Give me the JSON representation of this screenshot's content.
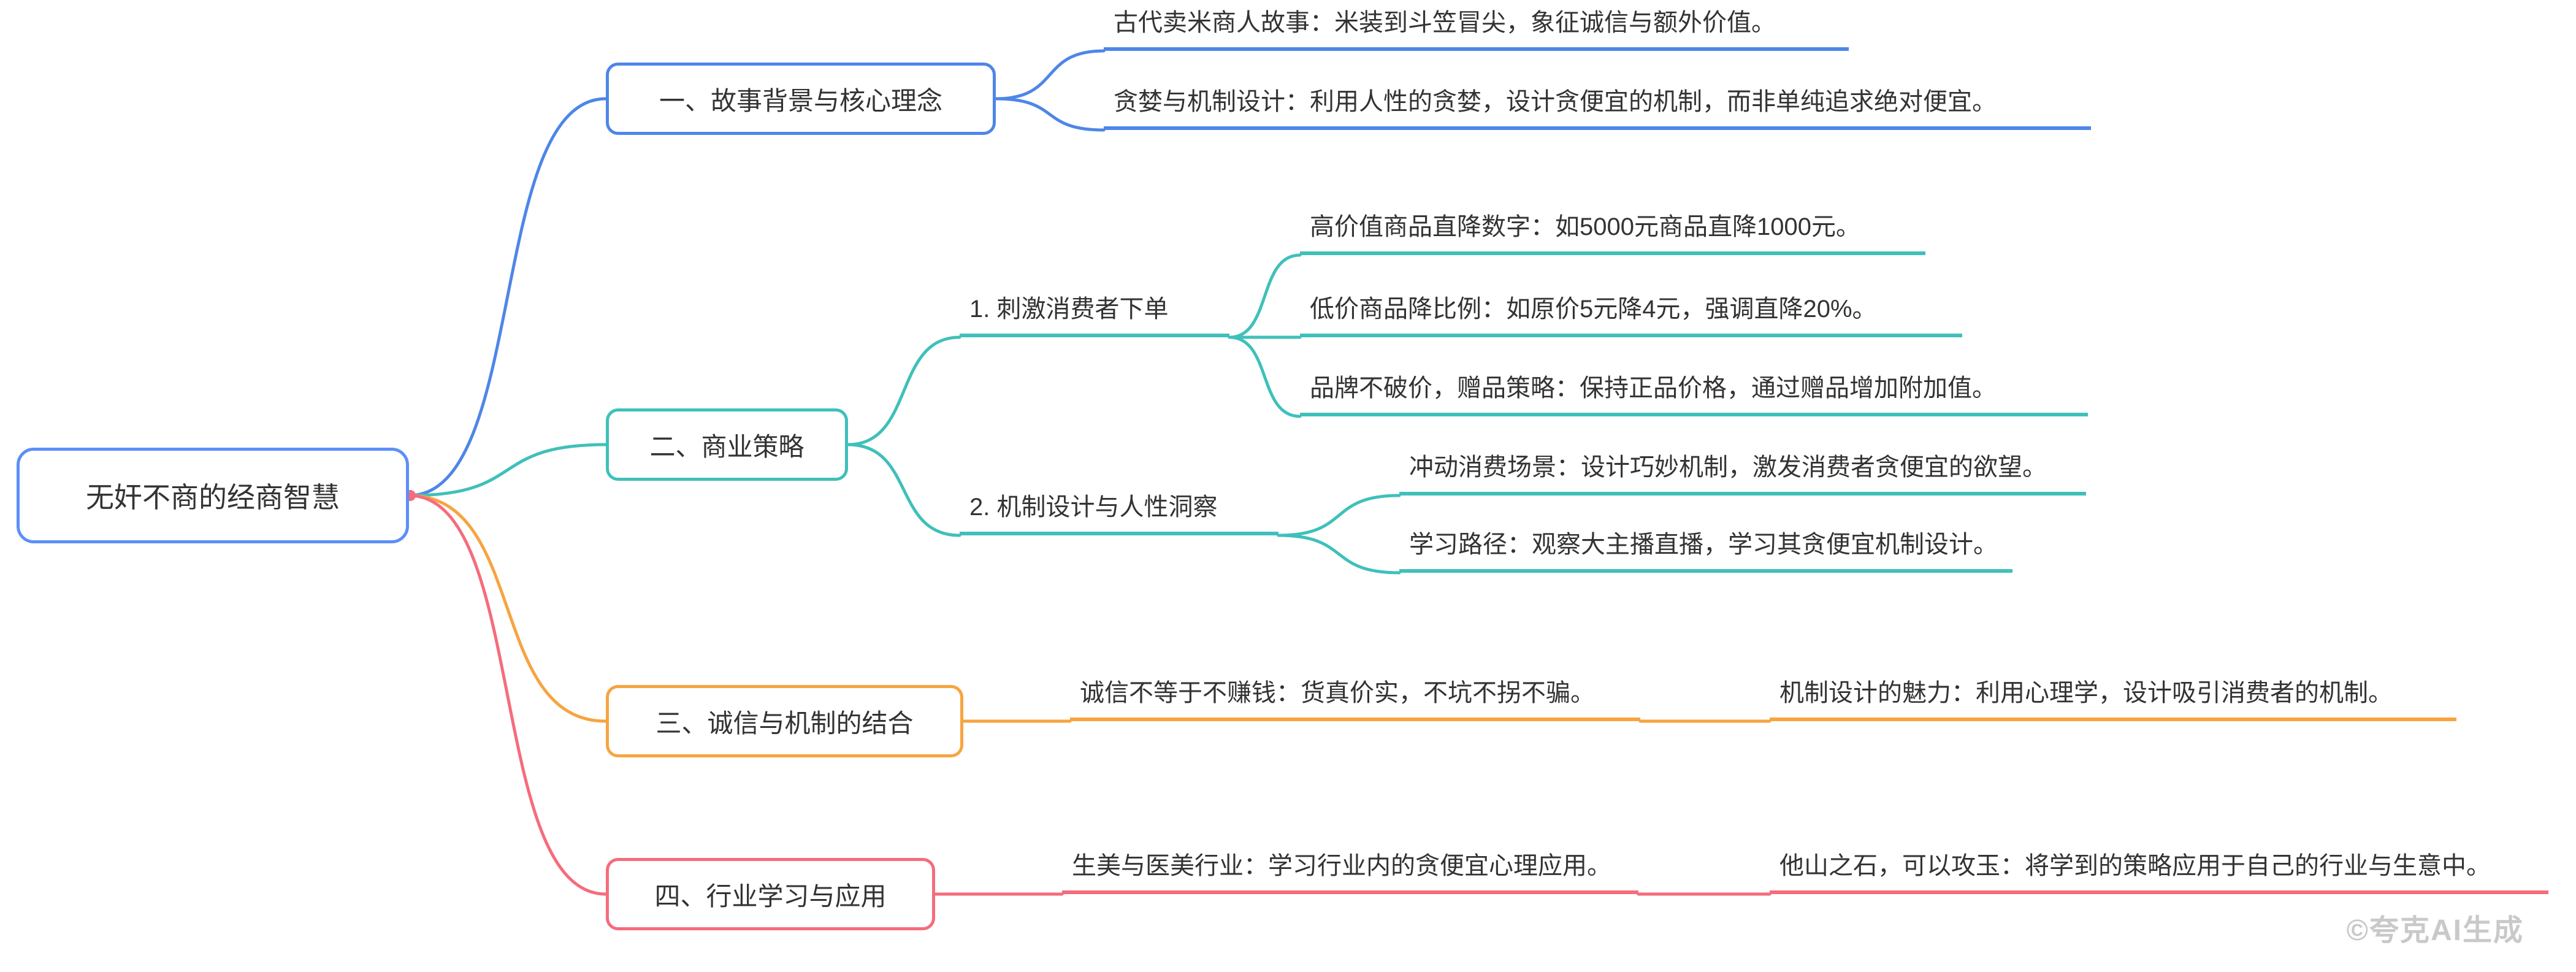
{
  "root": {
    "label": "无奸不商的经商智慧"
  },
  "branches": [
    {
      "label": "一、故事背景与核心理念",
      "color": "#4e86e8",
      "leaves": [
        "古代卖米商人故事：米装到斗笠冒尖，象征诚信与额外价值。",
        "贪婪与机制设计：利用人性的贪婪，设计贪便宜的机制，而非单纯追求绝对便宜。"
      ]
    },
    {
      "label": "二、商业策略",
      "color": "#3fc0ba",
      "subs": [
        {
          "label": "1. 刺激消费者下单",
          "leaves": [
            "高价值商品直降数字：如5000元商品直降1000元。",
            "低价商品降比例：如原价5元降4元，强调直降20%。",
            "品牌不破价，赠品策略：保持正品价格，通过赠品增加附加值。"
          ]
        },
        {
          "label": "2. 机制设计与人性洞察",
          "leaves": [
            "冲动消费场景：设计巧妙机制，激发消费者贪便宜的欲望。",
            "学习路径：观察大主播直播，学习其贪便宜机制设计。"
          ]
        }
      ]
    },
    {
      "label": "三、诚信与机制的结合",
      "color": "#f7a440",
      "leaves": [
        "诚信不等于不赚钱：货真价实，不坑不拐不骗。",
        "机制设计的魅力：利用心理学，设计吸引消费者的机制。"
      ]
    },
    {
      "label": "四、行业学习与应用",
      "color": "#f56c7c",
      "leaves": [
        "生美与医美行业：学习行业内的贪便宜心理应用。",
        "他山之石，可以攻玉：将学到的策略应用于自己的行业与生意中。"
      ]
    }
  ],
  "watermark": "©夸克AI生成",
  "colors": {
    "root_border": "#5b8ff9",
    "branch1": "#4e86e8",
    "branch2": "#3fc0ba",
    "branch3": "#f7a440",
    "branch4": "#f56c7c",
    "text": "#333333",
    "watermark": "#c9c9c9"
  }
}
